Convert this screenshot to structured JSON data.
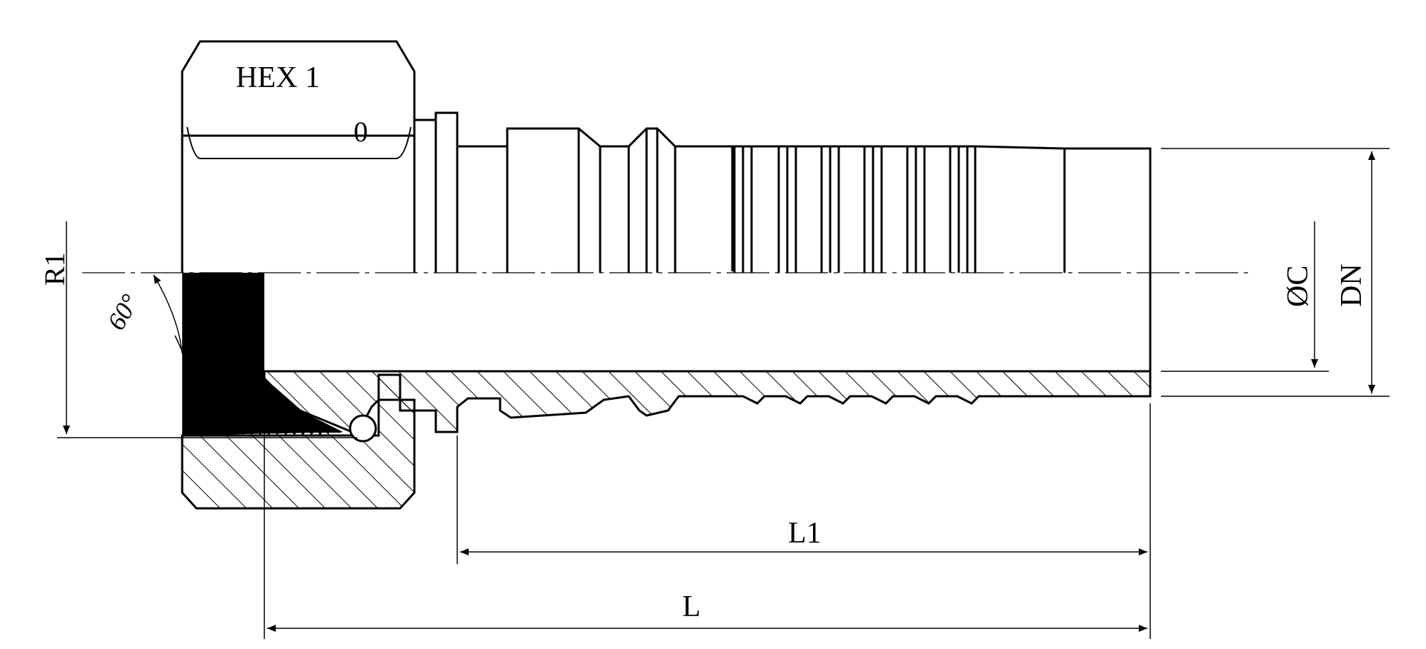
{
  "labels": {
    "hex": "HEX 1",
    "oring": "0",
    "r1": "R1",
    "angle": "60°",
    "diameter_c": "ØC",
    "dn": "DN",
    "l1": "L1",
    "l": "L"
  },
  "colors": {
    "ink": "#000000",
    "paper": "#ffffff"
  }
}
